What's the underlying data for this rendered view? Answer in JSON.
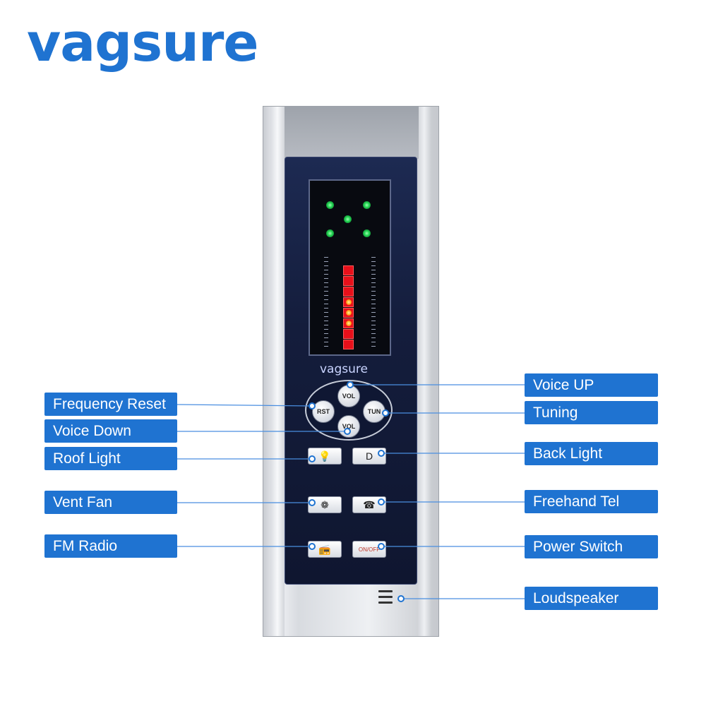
{
  "brand": "vagsure",
  "panel": {
    "brand": "vagsure",
    "buttons": {
      "vol_up": "VOL",
      "rst": "RST",
      "tun": "TUN",
      "vol_down": "VOL",
      "roof_light_icon": "💡",
      "back_light_icon": "D",
      "vent_fan_icon": "❁",
      "tel_icon": "☎",
      "radio_icon": "📻",
      "power": "ON/OFF"
    },
    "level_bars_lit": 8
  },
  "labels": {
    "frequency_reset": "Frequency Reset",
    "voice_down": "Voice Down",
    "roof_light": "Roof Light",
    "vent_fan": "Vent Fan",
    "fm_radio": "FM Radio",
    "voice_up": "Voice UP",
    "tuning": "Tuning",
    "back_light": "Back Light",
    "freehand_tel": "Freehand Tel",
    "power_switch": "Power Switch",
    "loudspeaker": "Loudspeaker"
  },
  "colors": {
    "brand_blue": "#1f73d1",
    "panel_navy": "#141d3c",
    "led_red": "#e8101a",
    "led_green": "#20d050"
  }
}
